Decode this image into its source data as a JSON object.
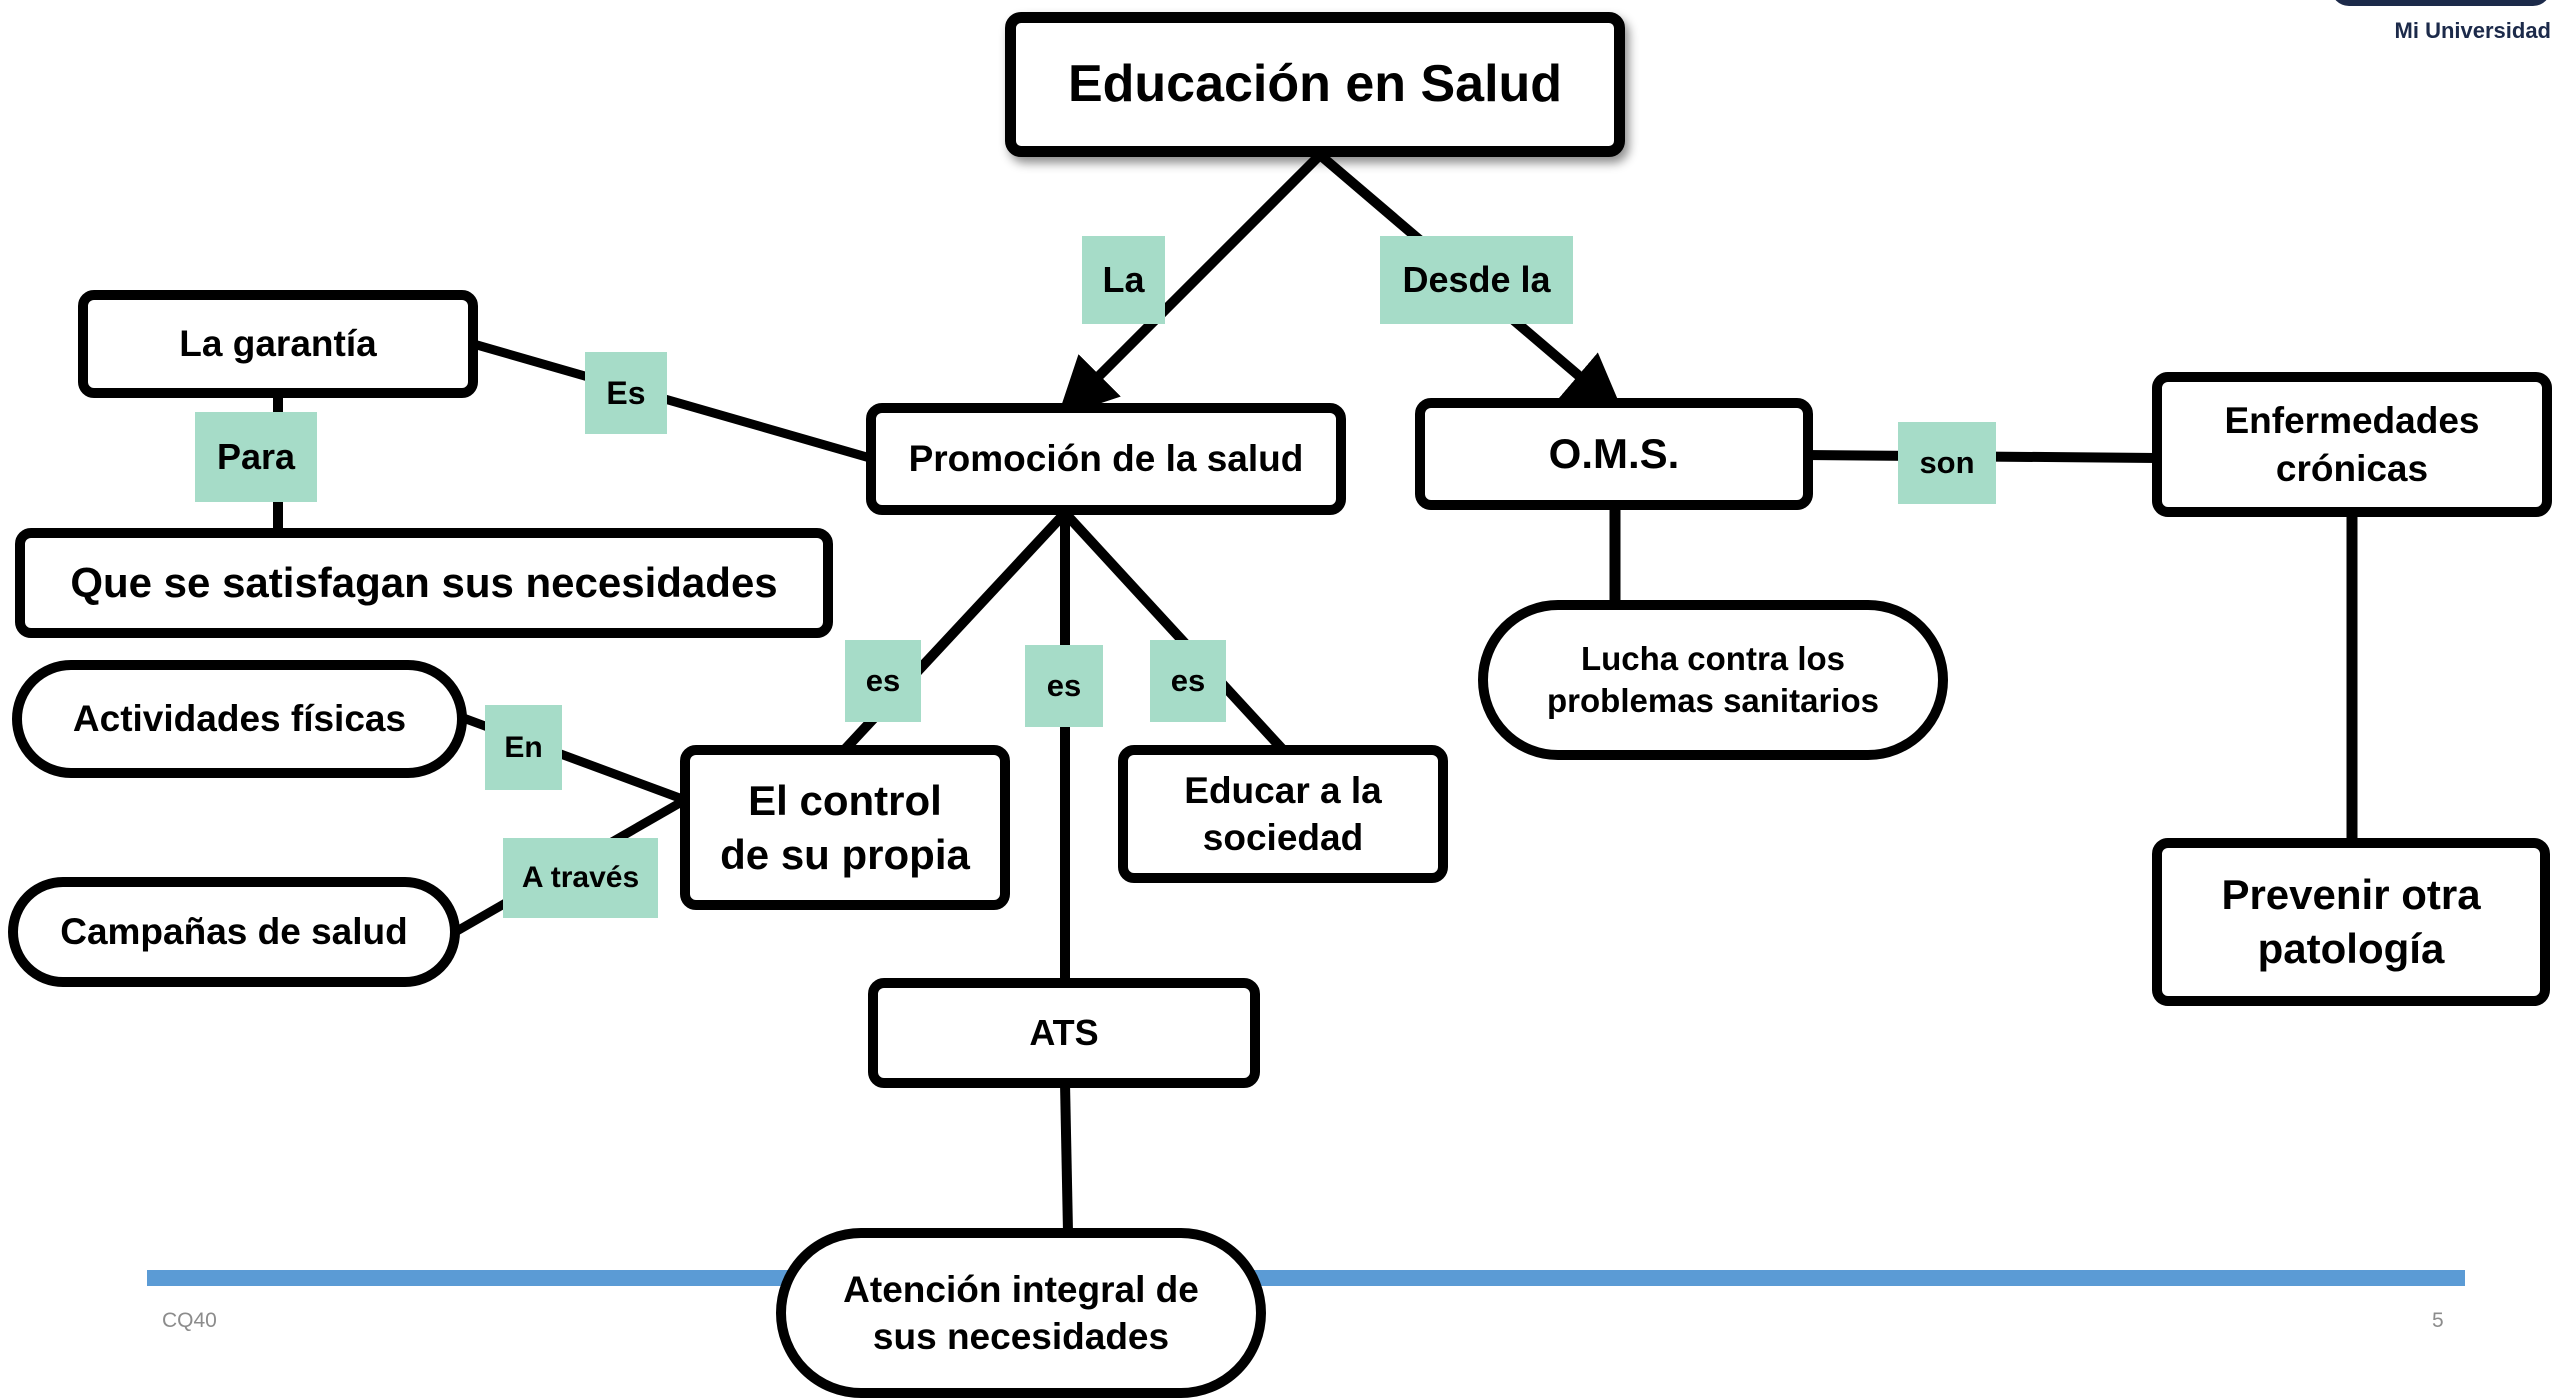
{
  "brand": {
    "logo_tagline": "Mi Universidad",
    "color": "#1c2a4a"
  },
  "colors": {
    "link_fill": "#a6dcc8",
    "footer_bar": "#5b9bd5",
    "stroke": "#000000"
  },
  "footer": {
    "left": "CQ40",
    "page_number": "5"
  },
  "nodes": {
    "root": "Educación en Salud",
    "promocion": "Promoción de la salud",
    "oms": "O.M.S.",
    "garantia": "La garantía",
    "necesidades": "Que se satisfagan sus necesidades",
    "actividades": "Actividades físicas",
    "campanas": "Campañas de salud",
    "control": "El control\nde su propia",
    "educar": "Educar a la\nsociedad",
    "ats": "ATS",
    "atencion": "Atención integral de\nsus necesidades",
    "lucha": "Lucha contra los\nproblemas sanitarios",
    "enfermedades": "Enfermedades\ncrónicas",
    "prevenir": "Prevenir otra\npatología"
  },
  "links": {
    "la": "La",
    "desde_la": "Desde la",
    "es": "Es",
    "para": "Para",
    "es_left": "es",
    "es_mid": "es",
    "es_right": "es",
    "en": "En",
    "a_traves": "A través",
    "son": "son"
  }
}
